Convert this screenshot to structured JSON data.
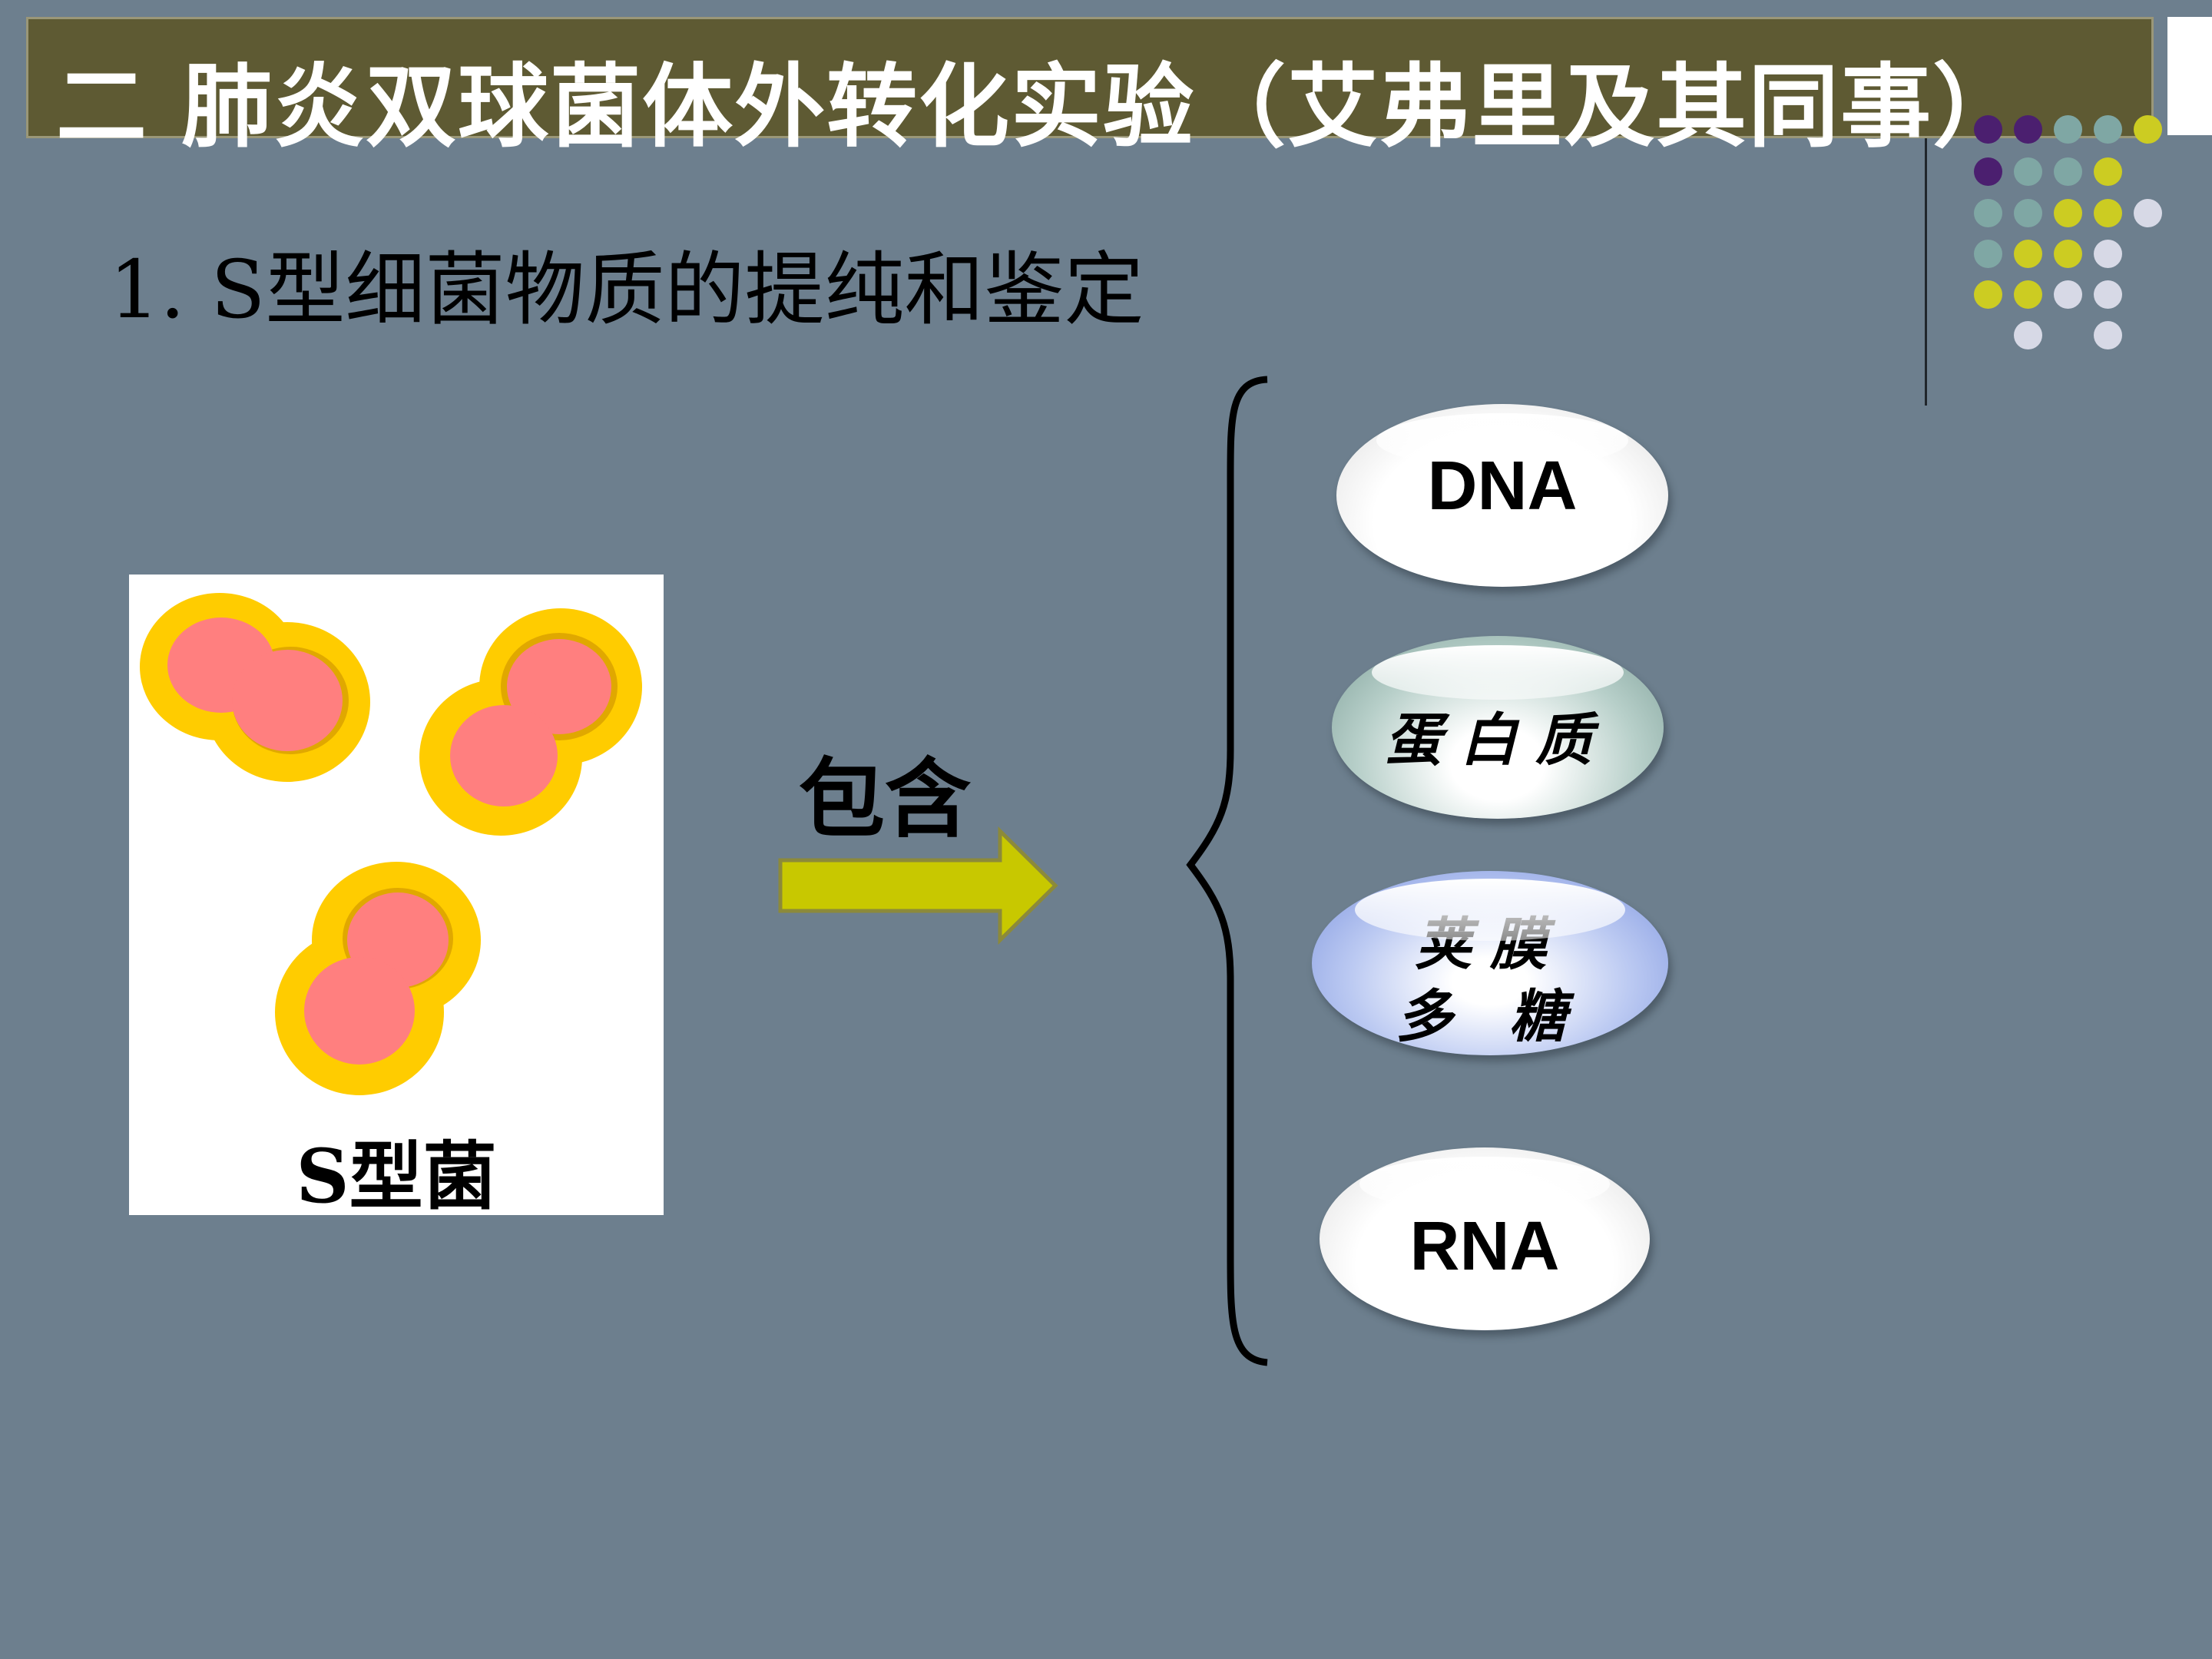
{
  "title": "二  肺炎双球菌体外转化实验（艾弗里及其同事）",
  "subtitle": "1. S型细菌物质的提纯和鉴定",
  "bacteria_label": "S型菌",
  "arrow_label": "包含",
  "components": {
    "dna": "DNA",
    "protein": "蛋白质",
    "capsule_top": "荚膜",
    "capsule_bottom": "多 糖",
    "rna": "RNA"
  },
  "colors": {
    "title_bg": "#5e5a33",
    "background": "#6d7f8e",
    "capsule_yellow": "#ffcc00",
    "cell_pink": "#ff7f7f",
    "arrow_fill": "#c8c800"
  }
}
